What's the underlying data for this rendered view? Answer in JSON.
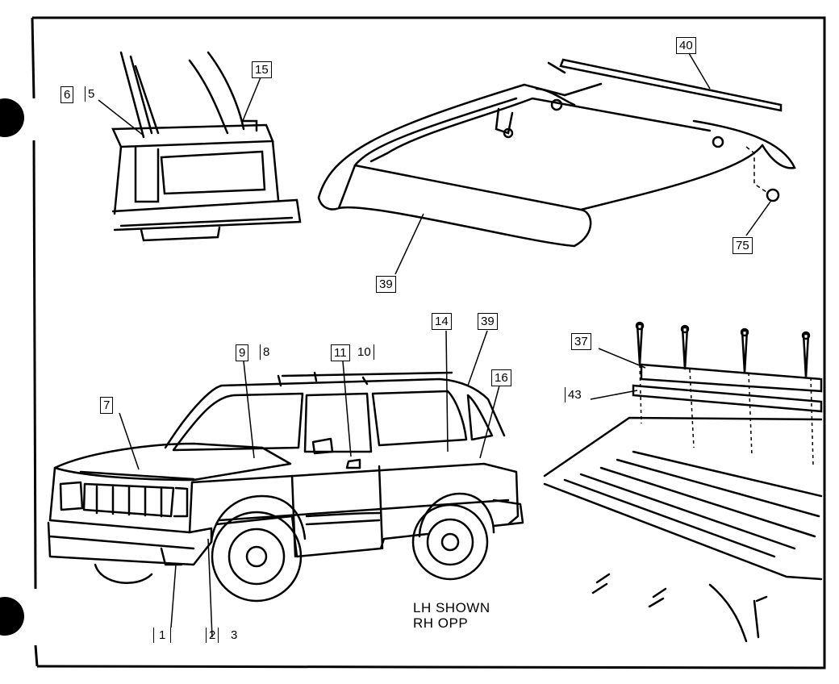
{
  "callouts": {
    "c1": "1",
    "c2": "2",
    "c3": "3",
    "c5": "5",
    "c6": "6",
    "c7": "7",
    "c8": "8",
    "c9": "9",
    "c10": "10",
    "c11": "11",
    "c14": "14",
    "c15": "15",
    "c16": "16",
    "c37": "37",
    "c39_rack": "39",
    "c39_vehicle": "39",
    "c40": "40",
    "c43": "43",
    "c75": "75"
  },
  "caption": {
    "line1": "LH SHOWN",
    "line2": "RH OPP"
  }
}
